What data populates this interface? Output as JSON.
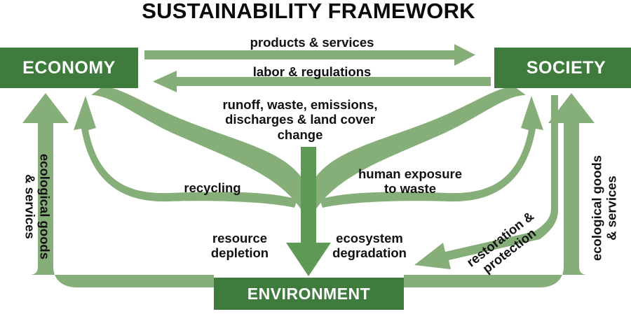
{
  "title": "SUSTAINABILITY FRAMEWORK",
  "colors": {
    "box_dark_green": "#3E7B3C",
    "arrow_light_green": "#86AE79",
    "arrow_mid_green": "#5E9A55",
    "text_black": "#111111",
    "box_text": "#FFFFFF",
    "background": "#FFFFFF"
  },
  "nodes": {
    "economy": "ECONOMY",
    "society": "SOCIETY",
    "environment": "ENVIRONMENT"
  },
  "flows": {
    "products_services": "products & services",
    "labor_regulations": "labor & regulations",
    "runoff": "runoff, waste, emissions,\ndischarges & land cover\nchange",
    "recycling": "recycling",
    "human_exposure": "human exposure\nto waste",
    "resource_depletion": "resource\ndepletion",
    "ecosystem_degradation": "ecosystem\ndegradation",
    "ecological_goods_left": "ecological goods\n& services",
    "ecological_goods_right": "ecological goods\n& services",
    "restoration_protection": "restoration &\nprotection"
  }
}
